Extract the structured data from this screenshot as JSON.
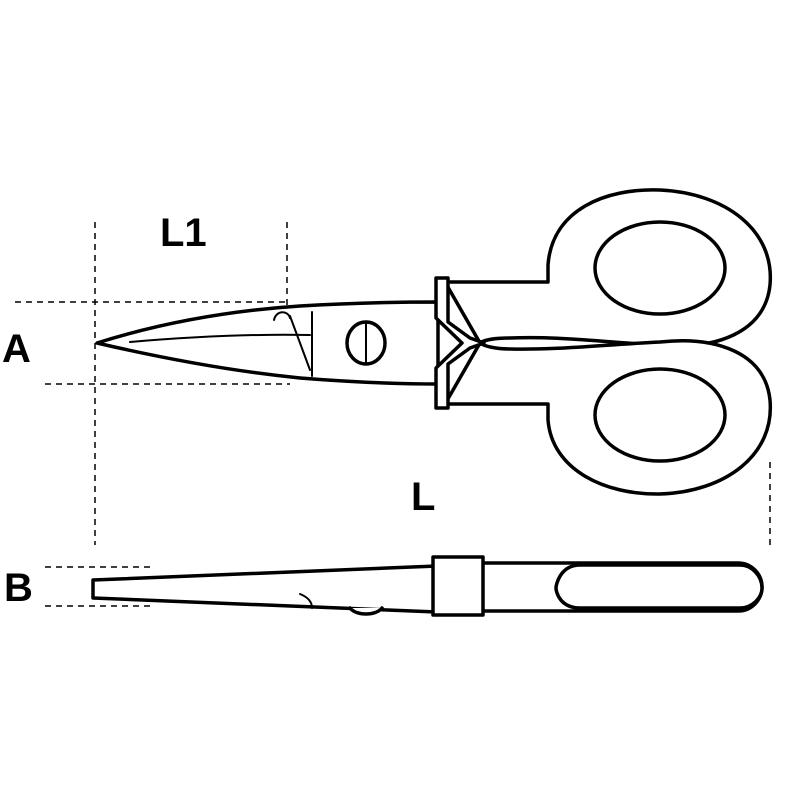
{
  "dimensions": {
    "l1": "L1",
    "a": "A",
    "l": "L",
    "b": "B"
  },
  "colors": {
    "line": "#000000",
    "background": "#ffffff"
  }
}
